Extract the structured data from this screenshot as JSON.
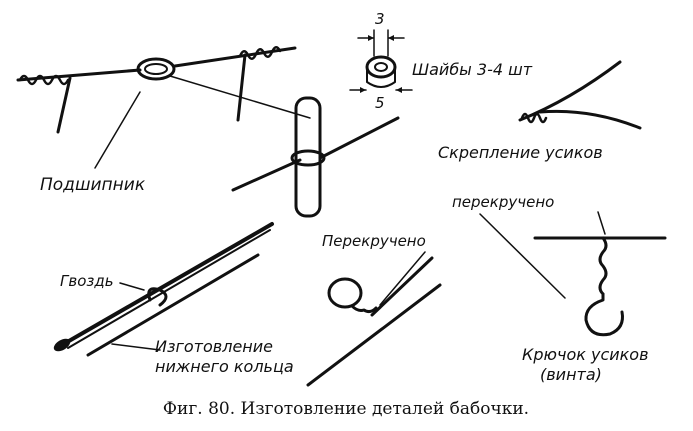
{
  "figure": {
    "caption": "Фиг. 80. Изготовление деталей бабочки."
  },
  "labels": {
    "bearing": "Подшипник",
    "washers": "Шайбы 3-4 шт",
    "dim_top": "3",
    "dim_bottom": "5",
    "whisker_fastening": "Скрепление усиков",
    "twisted_top": "перекручено",
    "twisted_middle": "Перекручено",
    "nail": "Гвоздь",
    "lower_ring_line1": "Изготовление",
    "lower_ring_line2": "нижнего кольца",
    "hook_line1": "Крючок усиков",
    "hook_line2": "(винта)"
  },
  "colors": {
    "ink": "#111111",
    "paper": "#ffffff"
  }
}
